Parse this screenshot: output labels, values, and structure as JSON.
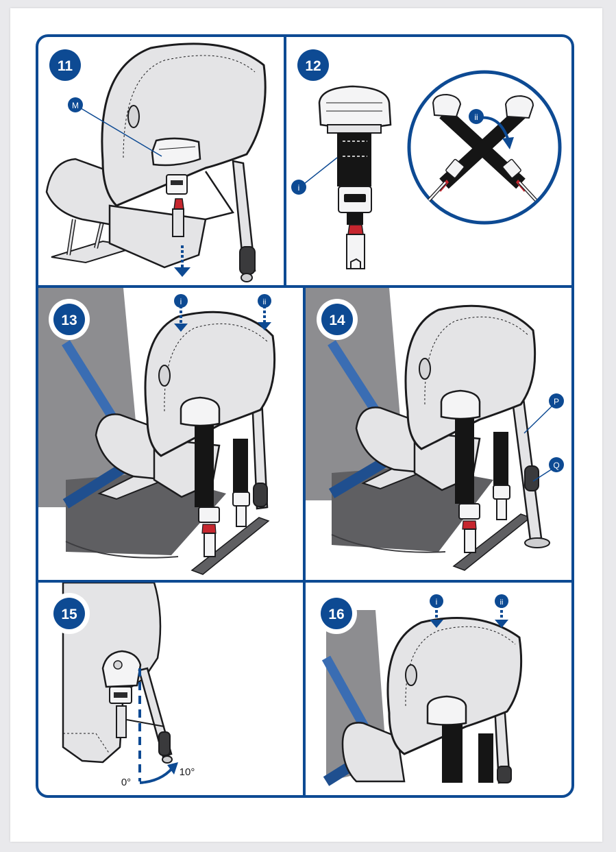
{
  "colors": {
    "frame": "#0d4a93",
    "seat_fill": "#e4e4e6",
    "outline": "#1b1b1d",
    "vehicle_seat": "#8d8d90",
    "vehicle_cushion": "#5f5f62",
    "belt_blue": "#3a6db3",
    "strap": "#151515",
    "release_red": "#c6262e"
  },
  "panels": [
    {
      "step": "11",
      "callouts": [
        "M"
      ]
    },
    {
      "step": "12",
      "callouts": [
        "i",
        "ii"
      ]
    },
    {
      "step": "13",
      "callouts": [
        "i",
        "ii"
      ]
    },
    {
      "step": "14",
      "callouts": [
        "P",
        "Q"
      ]
    },
    {
      "step": "15",
      "angle_labels": [
        "0°",
        "10°"
      ]
    },
    {
      "step": "16",
      "callouts": [
        "i",
        "ii"
      ]
    }
  ]
}
